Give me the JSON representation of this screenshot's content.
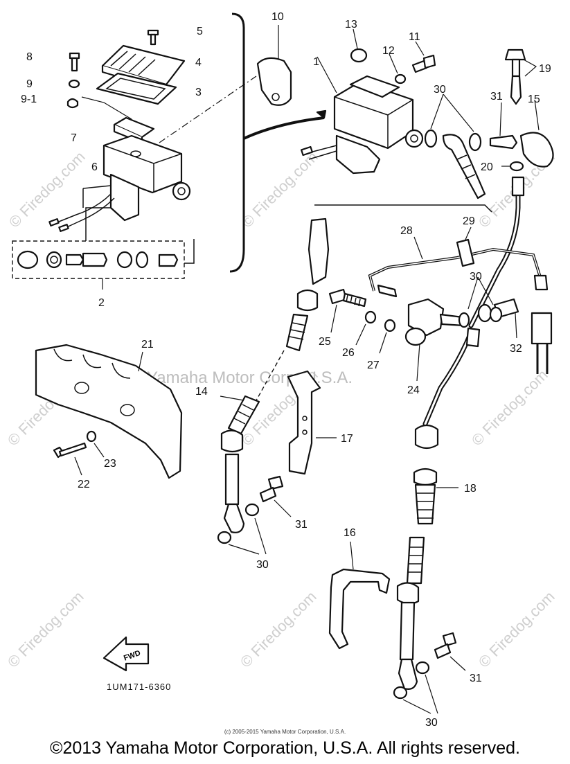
{
  "watermark": {
    "site": "© Firedog.com",
    "corp": "Yamaha Motor Corp, U.S.A."
  },
  "callouts": [
    "1",
    "2",
    "3",
    "4",
    "5",
    "6",
    "7",
    "8",
    "9",
    "9-1",
    "10",
    "11",
    "12",
    "13",
    "14",
    "15",
    "16",
    "17",
    "18",
    "19",
    "20",
    "21",
    "22",
    "23",
    "24",
    "25",
    "26",
    "27",
    "28",
    "29",
    "30",
    "31",
    "32"
  ],
  "labels": {
    "n1": "1",
    "n2": "2",
    "n3": "3",
    "n4": "4",
    "n5": "5",
    "n6": "6",
    "n7": "7",
    "n8": "8",
    "n9": "9",
    "n9_1": "9-1",
    "n10": "10",
    "n11": "11",
    "n12": "12",
    "n13": "13",
    "n14": "14",
    "n15": "15",
    "n16": "16",
    "n17": "17",
    "n18": "18",
    "n19": "19",
    "n20": "20",
    "n21": "21",
    "n22": "22",
    "n23": "23",
    "n24": "24",
    "n25": "25",
    "n26": "26",
    "n27": "27",
    "n28": "28",
    "n29": "29",
    "n30": "30",
    "n31": "31",
    "n32": "32"
  },
  "diagram_code": "1UM171-6360",
  "fwd_arrow_label": "FWD",
  "footer": {
    "small_copyright": "(c) 2005-2015 Yamaha Motor Corporation, U.S.A.",
    "main_copyright": "©2013 Yamaha Motor Corporation, U.S.A. All rights reserved."
  }
}
